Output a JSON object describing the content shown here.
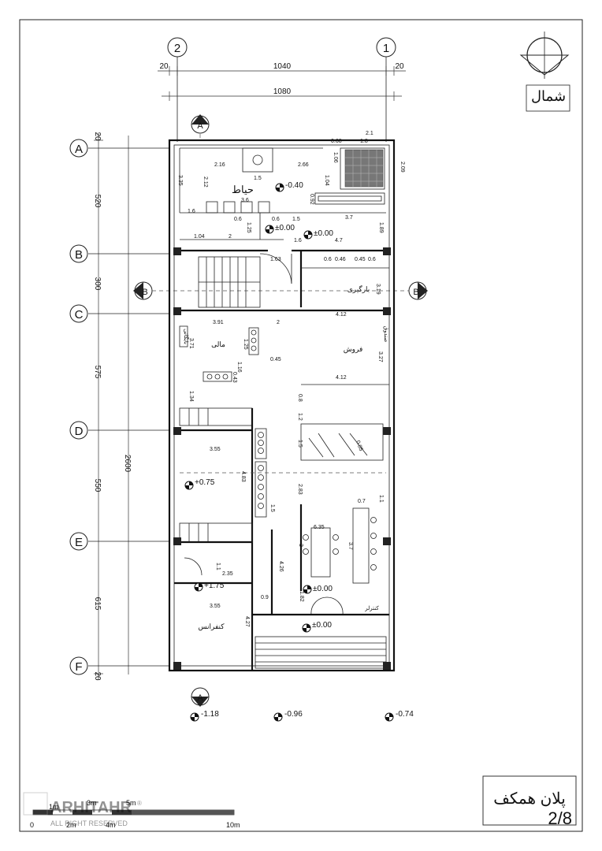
{
  "grid_letters": [
    "A",
    "B",
    "C",
    "D",
    "E",
    "F"
  ],
  "grid_numbers": [
    "2",
    "1"
  ],
  "section_marks": {
    "a": "A",
    "b": "B"
  },
  "top_dims": {
    "edge_left": "20",
    "span": "1040",
    "edge_right": "20",
    "total": "1080"
  },
  "left_dims": {
    "top_edge": "20",
    "ab": "520",
    "bc": "300",
    "cd": "575",
    "de": "550",
    "ef": "615",
    "bottom_edge": "20",
    "total": "2600"
  },
  "rooms": {
    "yard": "حیاط",
    "warehouse": "بارگیری",
    "sales": "فروش",
    "accounting": "مالی",
    "archive": "بایگانی",
    "conference": "کنفرانس",
    "controller": "کنترلر",
    "cashier": "صندوق"
  },
  "levels": {
    "yard": "-0.40",
    "yard_mid": "±0.00",
    "entry_top": "±0.00",
    "mid_left": "+0.75",
    "left_lower": "+1.75",
    "door": "±0.00",
    "bottom_entry": "±0.00",
    "ext1": "-1.18",
    "ext2": "-0.96",
    "ext3": "-0.74"
  },
  "inner_dims": [
    "2.1",
    "0.68",
    "1.8",
    "2.16",
    "1.5",
    "2.66",
    "1.06",
    "2.09",
    "3.35",
    "2.12",
    "1.04",
    "0.92",
    "3.6",
    "1.6",
    "0.6",
    "0.6",
    "1.5",
    "3.7",
    "1.25",
    "1.04",
    "2",
    "1.6",
    "4.7",
    "1.89",
    "1.63",
    "0.6",
    "0.46",
    "0.45",
    "0.6",
    "3.19",
    "3.91",
    "2",
    "4.12",
    "3.71",
    "1.25",
    "0.45",
    "3.27",
    "1.16",
    "0.43",
    "4.12",
    "1.34",
    "0.8",
    "1.2",
    "3.55",
    "4.83",
    "1.5",
    "0.85",
    "2.83",
    "0.7",
    "1.5",
    "1.1",
    "6.35",
    "3",
    "3.7",
    "4.26",
    "2.35",
    "1.1",
    "0.9",
    "1.82",
    "3.55",
    "4.27"
  ],
  "scale_labels": {
    "m0": "0",
    "m1": "1m",
    "m2": "2m",
    "m3": "3m",
    "m4": "4m",
    "m5": "5m",
    "m10": "10m"
  },
  "watermark": {
    "brand": "ARHITAHR",
    "rights": "ALL RIGHT RESERVED",
    "reg": "®"
  },
  "north_label": "شمال",
  "title_block": {
    "title": "پلان همکف",
    "sheet": "2/8"
  }
}
